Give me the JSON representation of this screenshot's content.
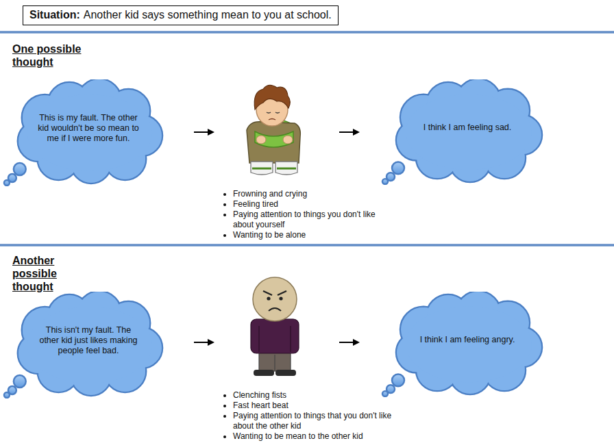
{
  "diagram": {
    "nodes": [
      {
        "text": [
          "Situation:",
          "Another kid says something mean to you at school."
        ]
      },
      {
        "text": [
          "This is my fault. The other kid wouldn't be so mean to me if I were more fun."
        ]
      },
      {
        "text": [
          "I think I am feeling sad."
        ]
      },
      {
        "text": [
          "This isn't my fault. The other kid just likes making people feel bad."
        ]
      },
      {
        "text": [
          "I think I am feeling angry."
        ]
      }
    ],
    "labels": [
      "One possible thought",
      "Frowning and crying",
      "Feeling tired",
      "Paying attention to things you don't like about yourself",
      "Wanting to be alone",
      "Another possible thought",
      "Clenching fists",
      "Fast heart beat",
      "Paying attention to things that you don't like about the other kid",
      "Wanting to be mean to the other kid"
    ]
  }
}
